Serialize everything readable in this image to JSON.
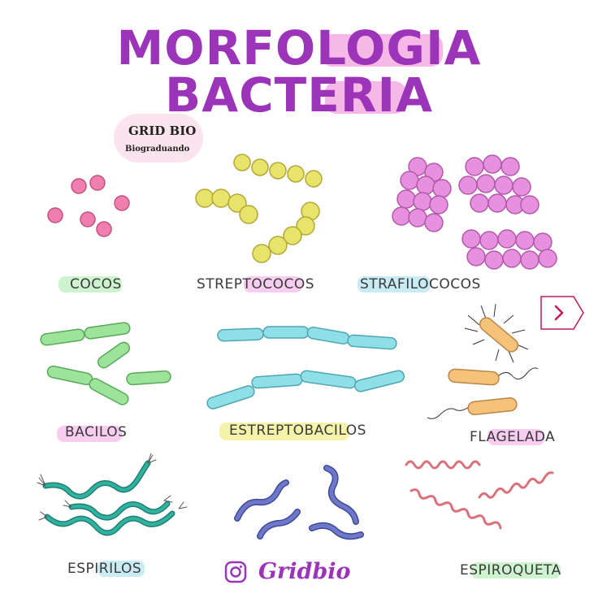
{
  "title": {
    "line1": "MORFOLOGIA",
    "line2": "BACTERIA"
  },
  "logo": {
    "name": "GRID BIO",
    "subtitle": "Biograduando"
  },
  "labels": {
    "cocos": "COCOS",
    "streptococos": "STREPTOCOCOS",
    "strafilococos": "STRAFILOCOCOS",
    "bacilos": "BACILOS",
    "estreptobacilos": "ESTREPTOBACILOS",
    "flagelada": "FLAGELADA",
    "espirilos": "ESPIRILOS",
    "espiroqueta": "ESPIROQUETA"
  },
  "footer": {
    "icon": "instagram-icon",
    "handle": "Gridbio"
  },
  "colors": {
    "title": "#9b34b8",
    "title_highlight": "#f6b8e6",
    "cocos": "#f07fb0",
    "streptococos": "#e8e36a",
    "strafilococos": "#e890e0",
    "bacilos": "#9ee39a",
    "estreptobacilos": "#8fe0e6",
    "flagelada": "#f5c27a",
    "espirilos": "#2fb3a0",
    "espiroqueta": "#d9707a",
    "vibrio": "#6f78c8",
    "highlight_green": "#cdf3cf",
    "highlight_pink": "#f9cdef",
    "highlight_yellow": "#f5f2a9",
    "highlight_blue": "#c9ecf4"
  }
}
